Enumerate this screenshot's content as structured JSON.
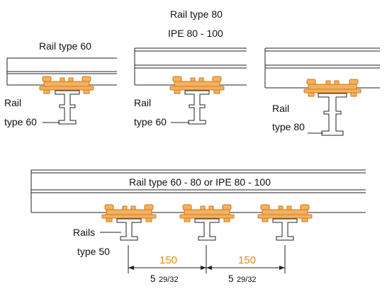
{
  "labels": {
    "top_left_rail": "Rail type 60",
    "top_mid_rail_line1": "Rail type 80",
    "top_mid_rail_line2": "IPE 80 - 100",
    "left_side_rail": "Rail",
    "left_side_type": "type 60",
    "mid_side_rail": "Rail",
    "mid_side_type": "type 60",
    "right_side_rail": "Rail",
    "right_side_type": "type 80",
    "bottom_rail": "Rail type 60 - 80 or IPE 80 - 100",
    "bottom_rails": "Rails",
    "bottom_rails_type": "type 50"
  },
  "dimensions": [
    {
      "mm": "150",
      "inch_whole": "5",
      "inch_frac": "29/32"
    },
    {
      "mm": "150",
      "inch_whole": "5",
      "inch_frac": "29/32"
    }
  ],
  "colors": {
    "clamp_fill": "#f5b060",
    "clamp_stroke": "#d07a10",
    "dimension_mm": "#e8891a",
    "line": "#222222"
  }
}
